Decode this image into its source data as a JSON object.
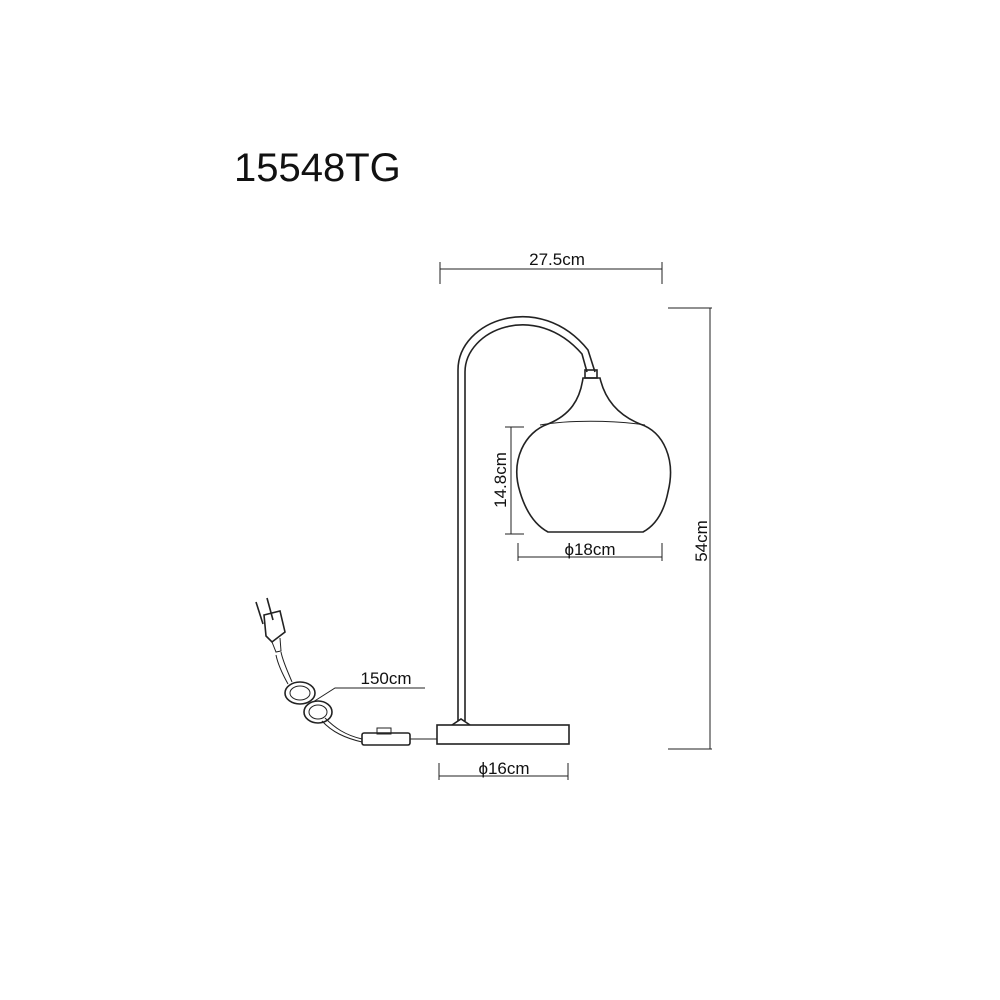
{
  "model_code": "15548TG",
  "dimensions": {
    "width": "27.5cm",
    "height": "54cm",
    "shade_height": "14.8cm",
    "shade_diameter": "ϕ18cm",
    "base_diameter": "ϕ16cm",
    "cable_length": "150cm"
  }
}
